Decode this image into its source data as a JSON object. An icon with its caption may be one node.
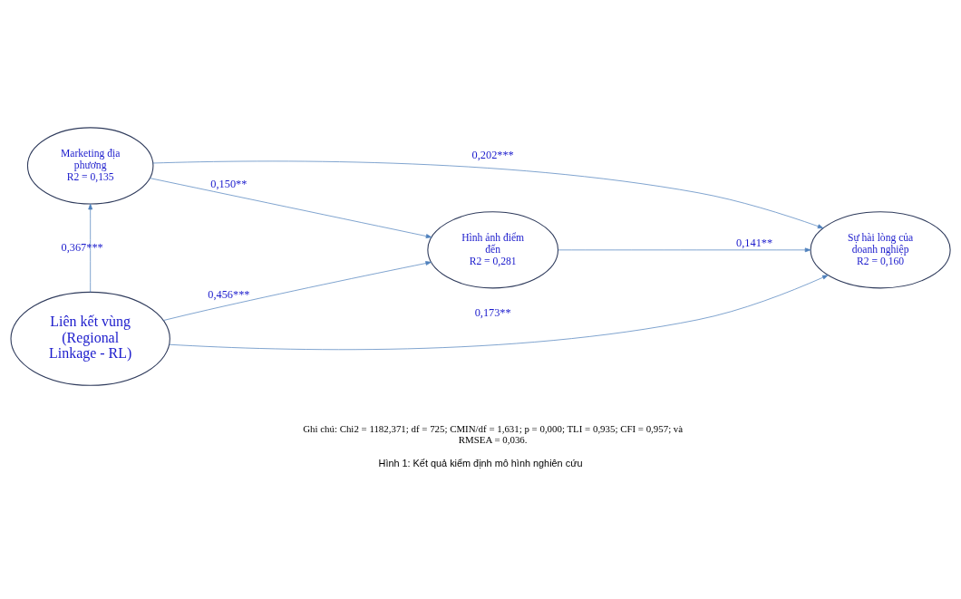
{
  "diagram": {
    "caption": "Hình 1: Kết quả kiểm định mô hình nghiên cứu",
    "nodes": [
      {
        "text": [
          "Marketing địa phương",
          "R2 = 0,135"
        ]
      },
      {
        "text": [
          "Hình ảnh điểm đến",
          "R2 = 0,281"
        ]
      },
      {
        "text": [
          "Sự hài lòng của doanh nghiệp",
          "R2 = 0,160"
        ]
      },
      {
        "text": [
          "Liên kết vùng (Regional Linkage - RL)"
        ]
      }
    ],
    "edges": [
      {
        "from": 3,
        "to": 0,
        "arrow": "to",
        "label": "0,367***"
      },
      {
        "from": 0,
        "to": 1,
        "arrow": "to",
        "label": "0,150**"
      },
      {
        "from": 0,
        "to": 2,
        "arrow": "to",
        "label": "0,202***"
      },
      {
        "from": 1,
        "to": 2,
        "arrow": "to",
        "label": "0,141**"
      },
      {
        "from": 3,
        "to": 1,
        "arrow": "to",
        "label": "0,456***"
      },
      {
        "from": 3,
        "to": 2,
        "arrow": "to",
        "label": "0,173**"
      }
    ],
    "labels": [
      "Ghi chú: Chi2 = 1182,371; df = 725; CMIN/df = 1,631; p = 0,000; TLI = 0,935; CFI = 0,957; và RMSEA = 0,036."
    ]
  }
}
